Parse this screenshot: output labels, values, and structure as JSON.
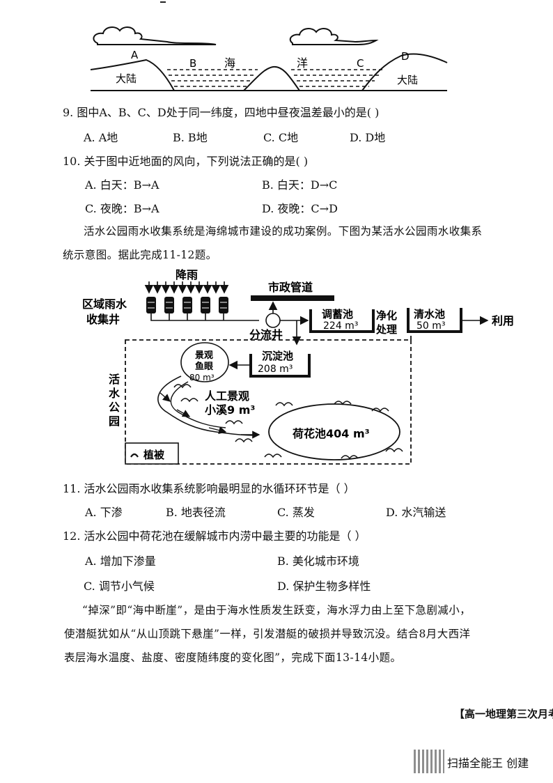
{
  "figure1": {
    "labels": {
      "A": "A",
      "B": "B",
      "C": "C",
      "D": "D",
      "sea1": "海",
      "sea2": "洋",
      "land_left": "大陆",
      "land_right": "大陆"
    }
  },
  "q9": {
    "stem": "9. 图中A、B、C、D处于同一纬度，四地中昼夜温差最小的是( )",
    "options": [
      "A. A地",
      "B. B地",
      "C. C地",
      "D. D地"
    ]
  },
  "q10": {
    "stem": "10. 关于图中近地面的风向，下列说法正确的是( )",
    "options": [
      "A. 白天：B→A",
      "B. 白天：D→C",
      "C. 夜晚：B→A",
      "D. 夜晚：C→D"
    ]
  },
  "intro_11_12": {
    "line1": "活水公园雨水收集系统是海绵城市建设的成功案例。下图为某活水公园雨水收集系",
    "line2": "统示意图。据此完成11-12题。"
  },
  "figure2": {
    "rain": "降雨",
    "collection_well": [
      "区域雨水",
      "收集井"
    ],
    "municipal_pipe": "市政管道",
    "storage_pool": [
      "调蓄池",
      "224 m³"
    ],
    "purify": [
      "净化",
      "处理"
    ],
    "clear_pool": [
      "清水池",
      "50 m³"
    ],
    "use": "利用",
    "split_well": "分流井",
    "sedimentation": [
      "沉淀池",
      "208 m³"
    ],
    "fish_eye": [
      "景观",
      "鱼眼",
      "80 m³"
    ],
    "stream": [
      "人工景观",
      "小溪9 m³"
    ],
    "lotus": "荷花池404 m³",
    "park": [
      "活",
      "水",
      "公",
      "园"
    ],
    "legend": "植被"
  },
  "q11": {
    "stem": "11. 活水公园雨水收集系统影响最明显的水循环环节是（ ）",
    "options": [
      "A. 下渗",
      "B. 地表径流",
      "C. 蒸发",
      "D. 水汽输送"
    ]
  },
  "q12": {
    "stem": "12. 活水公园中荷花池在缓解城市内涝中最主要的功能是（ ）",
    "options": [
      "A.  增加下渗量",
      "B. 美化城市环境",
      "C. 调节小气候",
      "D. 保护生物多样性"
    ]
  },
  "intro_13_14": {
    "line1": "“掉深”即“海中断崖”，是由于海水性质发生跃变，海水浮力由上至下急剧减小，",
    "line2": "使潜艇犹如从“从山顶跳下悬崖”一样，引发潜艇的破损并导致沉没。结合8月大西洋",
    "line3": "表层海水温度、盐度、密度随纬度的变化图”，完成下面13-14小题。"
  },
  "footer": {
    "tag": "【高一地理第三次月考"
  },
  "watermark": {
    "text": "扫描全能王 创建"
  }
}
